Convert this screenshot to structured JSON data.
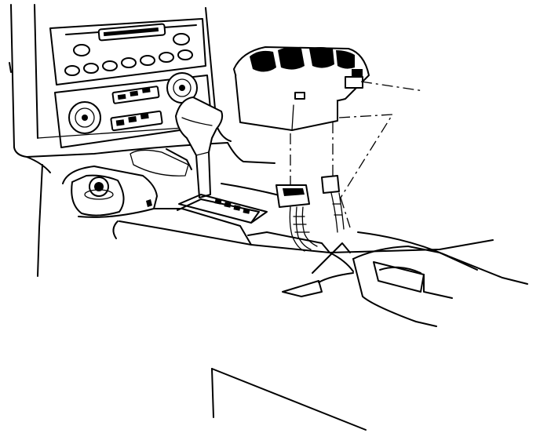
{
  "figure": {
    "kind": "line-art",
    "colors": {
      "line": "#000000",
      "background": "#ffffff"
    },
    "parts": [
      "dashboard-bezel",
      "radio-panel",
      "climate-control-panel",
      "floor-shifter",
      "shift-indicator",
      "cigarette-lighter",
      "center-console",
      "console-storage-bin",
      "window-switch-module",
      "electrical-connector",
      "wiring-harness",
      "projection-lines"
    ]
  }
}
